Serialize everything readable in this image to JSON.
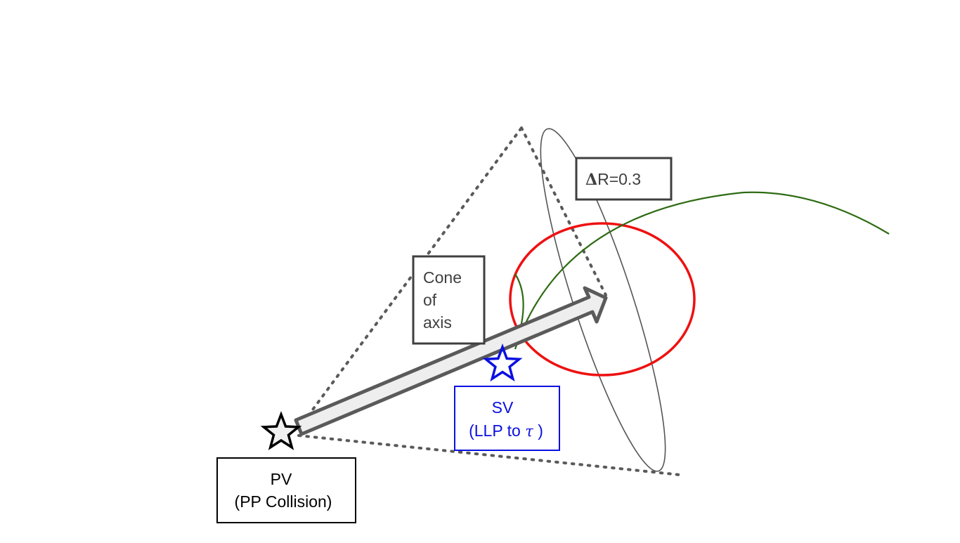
{
  "diagram": {
    "pv_box": {
      "line1": "PV",
      "line2": "(PP Collision)"
    },
    "sv_box": {
      "line1": "SV",
      "line2_prefix": "(LLP to ",
      "line2_symbol": "τ",
      "line2_suffix": " )"
    },
    "cone_box": {
      "line1": "Cone",
      "line2": "of",
      "line3": "axis"
    },
    "delta_r_box": {
      "symbol": "Δ",
      "text": "R=0.3"
    },
    "colors": {
      "ring": "#ee1111",
      "track": "#2e6b12",
      "sv_blue": "#0a10e0",
      "arrow_fill": "#eeeeee",
      "arrow_stroke": "#5a5a5a",
      "cone_dots": "#5a5a5a"
    }
  }
}
